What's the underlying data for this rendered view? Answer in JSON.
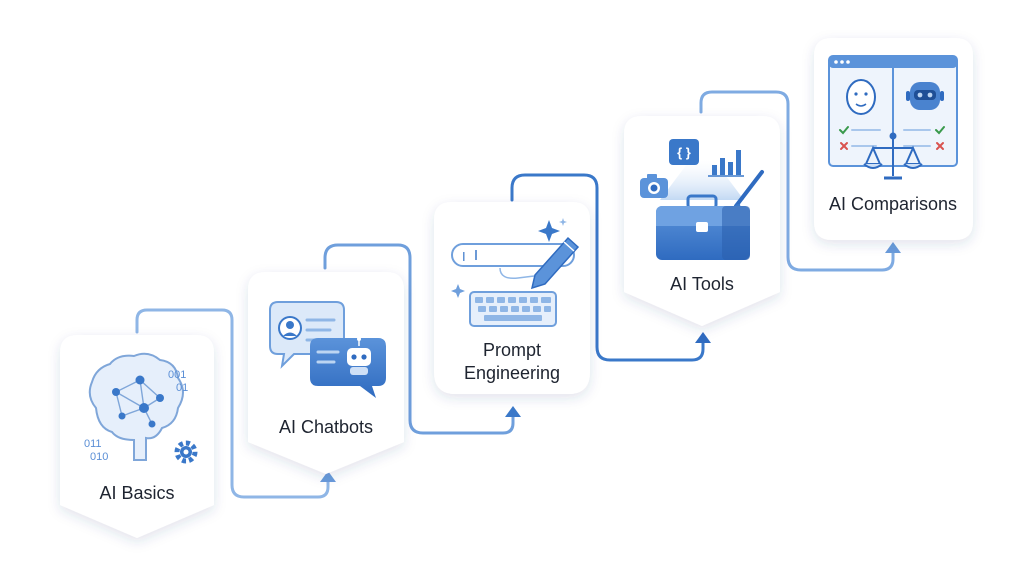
{
  "steps": [
    {
      "label": "AI Basics",
      "icon": "brain-network-icon",
      "binary_top": [
        "001",
        "01"
      ],
      "binary_bottom": [
        "011",
        "010"
      ]
    },
    {
      "label": "AI Chatbots",
      "icon": "chat-bubbles-icon"
    },
    {
      "label_line1": "Prompt",
      "label_line2": "Engineering",
      "icon": "prompt-keyboard-icon",
      "cursor_text": "I"
    },
    {
      "label": "AI Tools",
      "icon": "toolbox-icon",
      "code_glyph": "{ }"
    },
    {
      "label": "AI Comparisons",
      "icon": "compare-window-icon"
    }
  ],
  "colors": {
    "accent": "#3a78c9",
    "accent_light": "#8fb6e6",
    "card_bg": "#ffffff",
    "text": "#1e2430",
    "check": "#3a9a4c",
    "cross": "#d9534f"
  }
}
